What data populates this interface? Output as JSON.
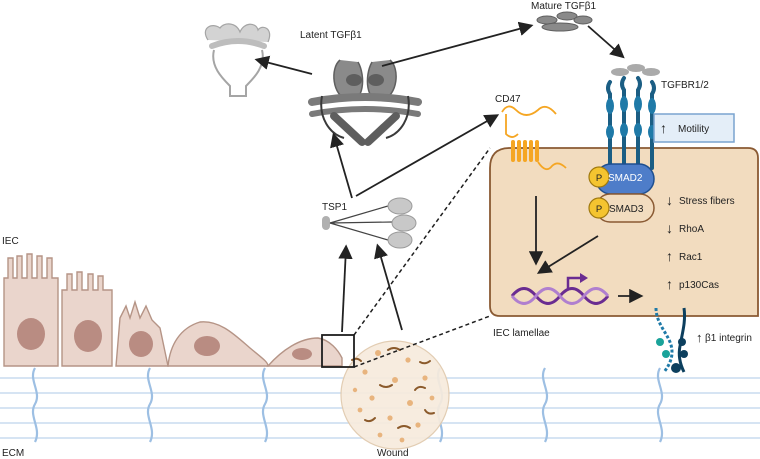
{
  "labels": {
    "latent_tgfb1": "Latent TGFβ1",
    "mature_tgfb1": "Mature TGFβ1",
    "tgfbr": "TGFBR1/2",
    "cd47": "CD47",
    "tsp1": "TSP1",
    "iec": "IEC",
    "ecm": "ECM",
    "wound": "Wound",
    "iec_lamellae": "IEC lamellae",
    "smad2": "SMAD2",
    "smad3": "SMAD3",
    "phospho": "P",
    "motility": "Motility",
    "b1_integrin": "β1 integrin",
    "up_arrow": "↑",
    "down_arrow": "↓"
  },
  "effects": [
    {
      "direction": "↓",
      "label": "Stress fibers"
    },
    {
      "direction": "↓",
      "label": "RhoA"
    },
    {
      "direction": "↑",
      "label": "Rac1"
    },
    {
      "direction": "↑",
      "label": "p130Cas"
    }
  ],
  "colors": {
    "cell_body": "#f2dcbf",
    "cell_border": "#8a5a33",
    "iec_fill": "#ead5cc",
    "iec_stroke": "#b59486",
    "nucleus": "#b98c82",
    "smad2": "#4e7dc9",
    "phospho": "#f4c430",
    "cd47": "#f5a623",
    "receptor": "#1b5e84",
    "dna": "#6a2c91",
    "tgfb_dark": "#6e6e6e",
    "tgfb_light": "#c6c6c6",
    "ecm_fiber": "#a9c8e6",
    "motility_box": "#e4eef8"
  }
}
